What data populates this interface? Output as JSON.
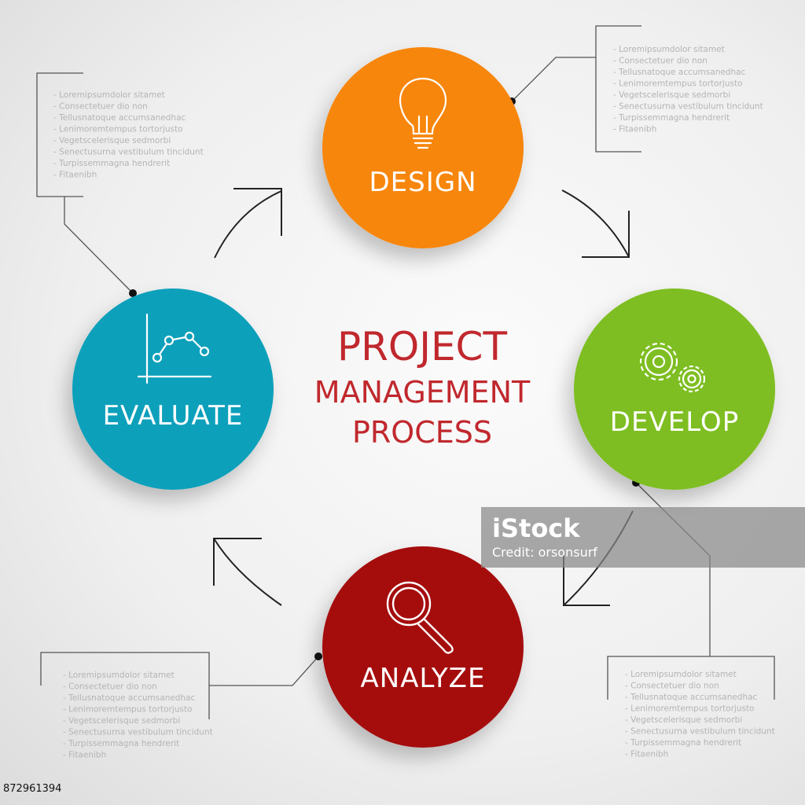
{
  "title": {
    "line1": "PROJECT",
    "line2": "MANAGEMENT",
    "line3": "PROCESS"
  },
  "steps": [
    {
      "label": "DESIGN",
      "icon": "lightbulb-icon",
      "color": "#f7860b"
    },
    {
      "label": "DEVELOP",
      "icon": "gears-icon",
      "color": "#7ebe20"
    },
    {
      "label": "ANALYZE",
      "icon": "magnifier-icon",
      "color": "#a50f0f"
    },
    {
      "label": "EVALUATE",
      "icon": "line-chart-icon",
      "color": "#0fa0bb"
    }
  ],
  "notes": {
    "design": [
      "- Loremipsumdolor sitamet",
      "- Consectetuer dio non",
      "- Tellusnatoque accumsanedhac",
      "- Lenimoremtempus tortorjusto",
      "- Vegetscelerisque sedmorbi",
      "- Senectusurna vestibulum tincidunt",
      "- Turpissemmagna hendrerit",
      "- Fitaenibh"
    ],
    "evaluate": [
      "- Loremipsumdolor sitamet",
      "- Consectetuer dio non",
      "- Tellusnatoque accumsanedhac",
      "- Lenimoremtempus tortorjusto",
      "- Vegetscelerisque sedmorbi",
      "- Senectusurna vestibulum tincidunt",
      "- Turpissemmagna hendrerit",
      "- Fitaenibh"
    ],
    "analyze": [
      "- Loremipsumdolor sitamet",
      "- Consectetuer dio non",
      "- Tellusnatoque accumsanedhac",
      "- Lenimoremtempus tortorjusto",
      "- Vegetscelerisque sedmorbi",
      "- Senectusurna vestibulum tincidunt",
      "- Turpissemmagna hendrerit",
      "- Fitaenibh"
    ],
    "develop": [
      "- Loremipsumdolor sitamet",
      "- Consectetuer dio non",
      "- Tellusnatoque accumsanedhac",
      "- Lenimoremtempus tortorjusto",
      "- Vegetscelerisque sedmorbi",
      "- Senectusurna vestibulum tincidunt",
      "- Turpissemmagna hendrerit",
      "- Fitaenibh"
    ]
  },
  "watermark": {
    "brand": "iStock",
    "credit": "Credit: orsonsurf"
  },
  "stock_id": "872961394"
}
